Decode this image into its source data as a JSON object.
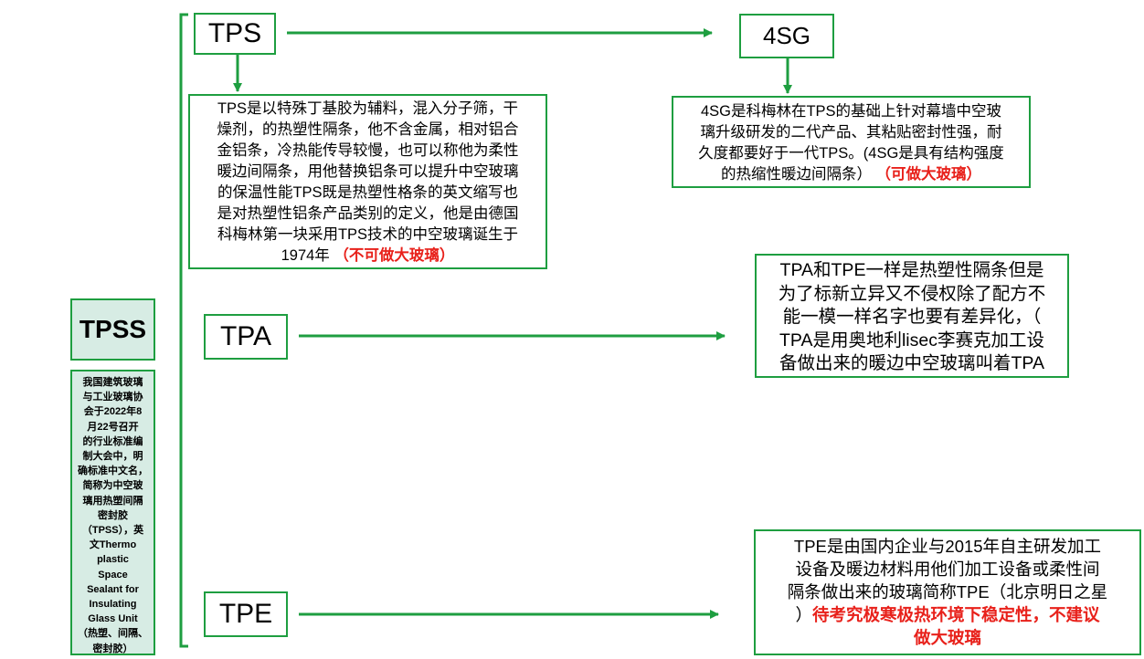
{
  "colors": {
    "line": "#1e9e40",
    "highlight": "#e8211b",
    "tpss_fill": "#d7ece4"
  },
  "nodes": {
    "tpss": "TPSS",
    "tps": "TPS",
    "sg4": "4SG",
    "tpa": "TPA",
    "tpe": "TPE"
  },
  "descriptions": {
    "tpss_note": [
      "我国建筑玻璃",
      "与工业玻璃协",
      "会于2022年8",
      "月22号召开",
      "的行业标准编",
      "制大会中，明",
      "确标准中文名，",
      "简称为中空玻",
      "璃用热塑间隔",
      "密封胶",
      "（TPSS），英",
      "文Thermo",
      "plastic",
      "Space",
      "Sealant for",
      "Insulating",
      "Glass Unit",
      "（热塑、间隔、",
      "密封胶）"
    ],
    "tps_desc": {
      "lines": [
        "TPS是以特殊丁基胶为辅料，混入分子筛，干",
        "燥剂，的热塑性隔条，他不含金属，相对铝合",
        "金铝条，冷热能传导较慢，也可以称他为柔性",
        "暖边间隔条，用他替换铝条可以提升中空玻璃",
        "的保温性能TPS既是热塑性格条的英文缩写也",
        "是对热塑性铝条产品类别的定义，他是由德国",
        "科梅林第一块采用TPS技术的中空玻璃诞生于"
      ],
      "last_line": "1974年",
      "highlight": "（不可做大玻璃）"
    },
    "sg4_desc": {
      "lines": [
        "4SG是科梅林在TPS的基础上针对幕墙中空玻",
        "璃升级研发的二代产品、其粘贴密封性强，耐",
        "久度都要好于一代TPS。(4SG是具有结构强度"
      ],
      "last_line": "的热缩性暖边间隔条）",
      "highlight": "（可做大玻璃）"
    },
    "tpa_desc": {
      "lines": [
        "TPA和TPE一样是热塑性隔条但是",
        "为了标新立异又不侵权除了配方不",
        "能一模一样名字也要有差异化，（",
        "TPA是用奥地利lisec李赛克加工设",
        "备做出来的暖边中空玻璃叫着TPA"
      ]
    },
    "tpe_desc": {
      "lines": [
        "TPE是由国内企业与2015年自主研发加工",
        "设备及暖边材料用他们加工设备或柔性间",
        "隔条做出来的玻璃简称TPE（北京明日之星"
      ],
      "mixed_prefix": "）",
      "highlight_1": "待考究极寒极热环境下稳定性，不建议",
      "highlight_2": "做大玻璃"
    }
  }
}
